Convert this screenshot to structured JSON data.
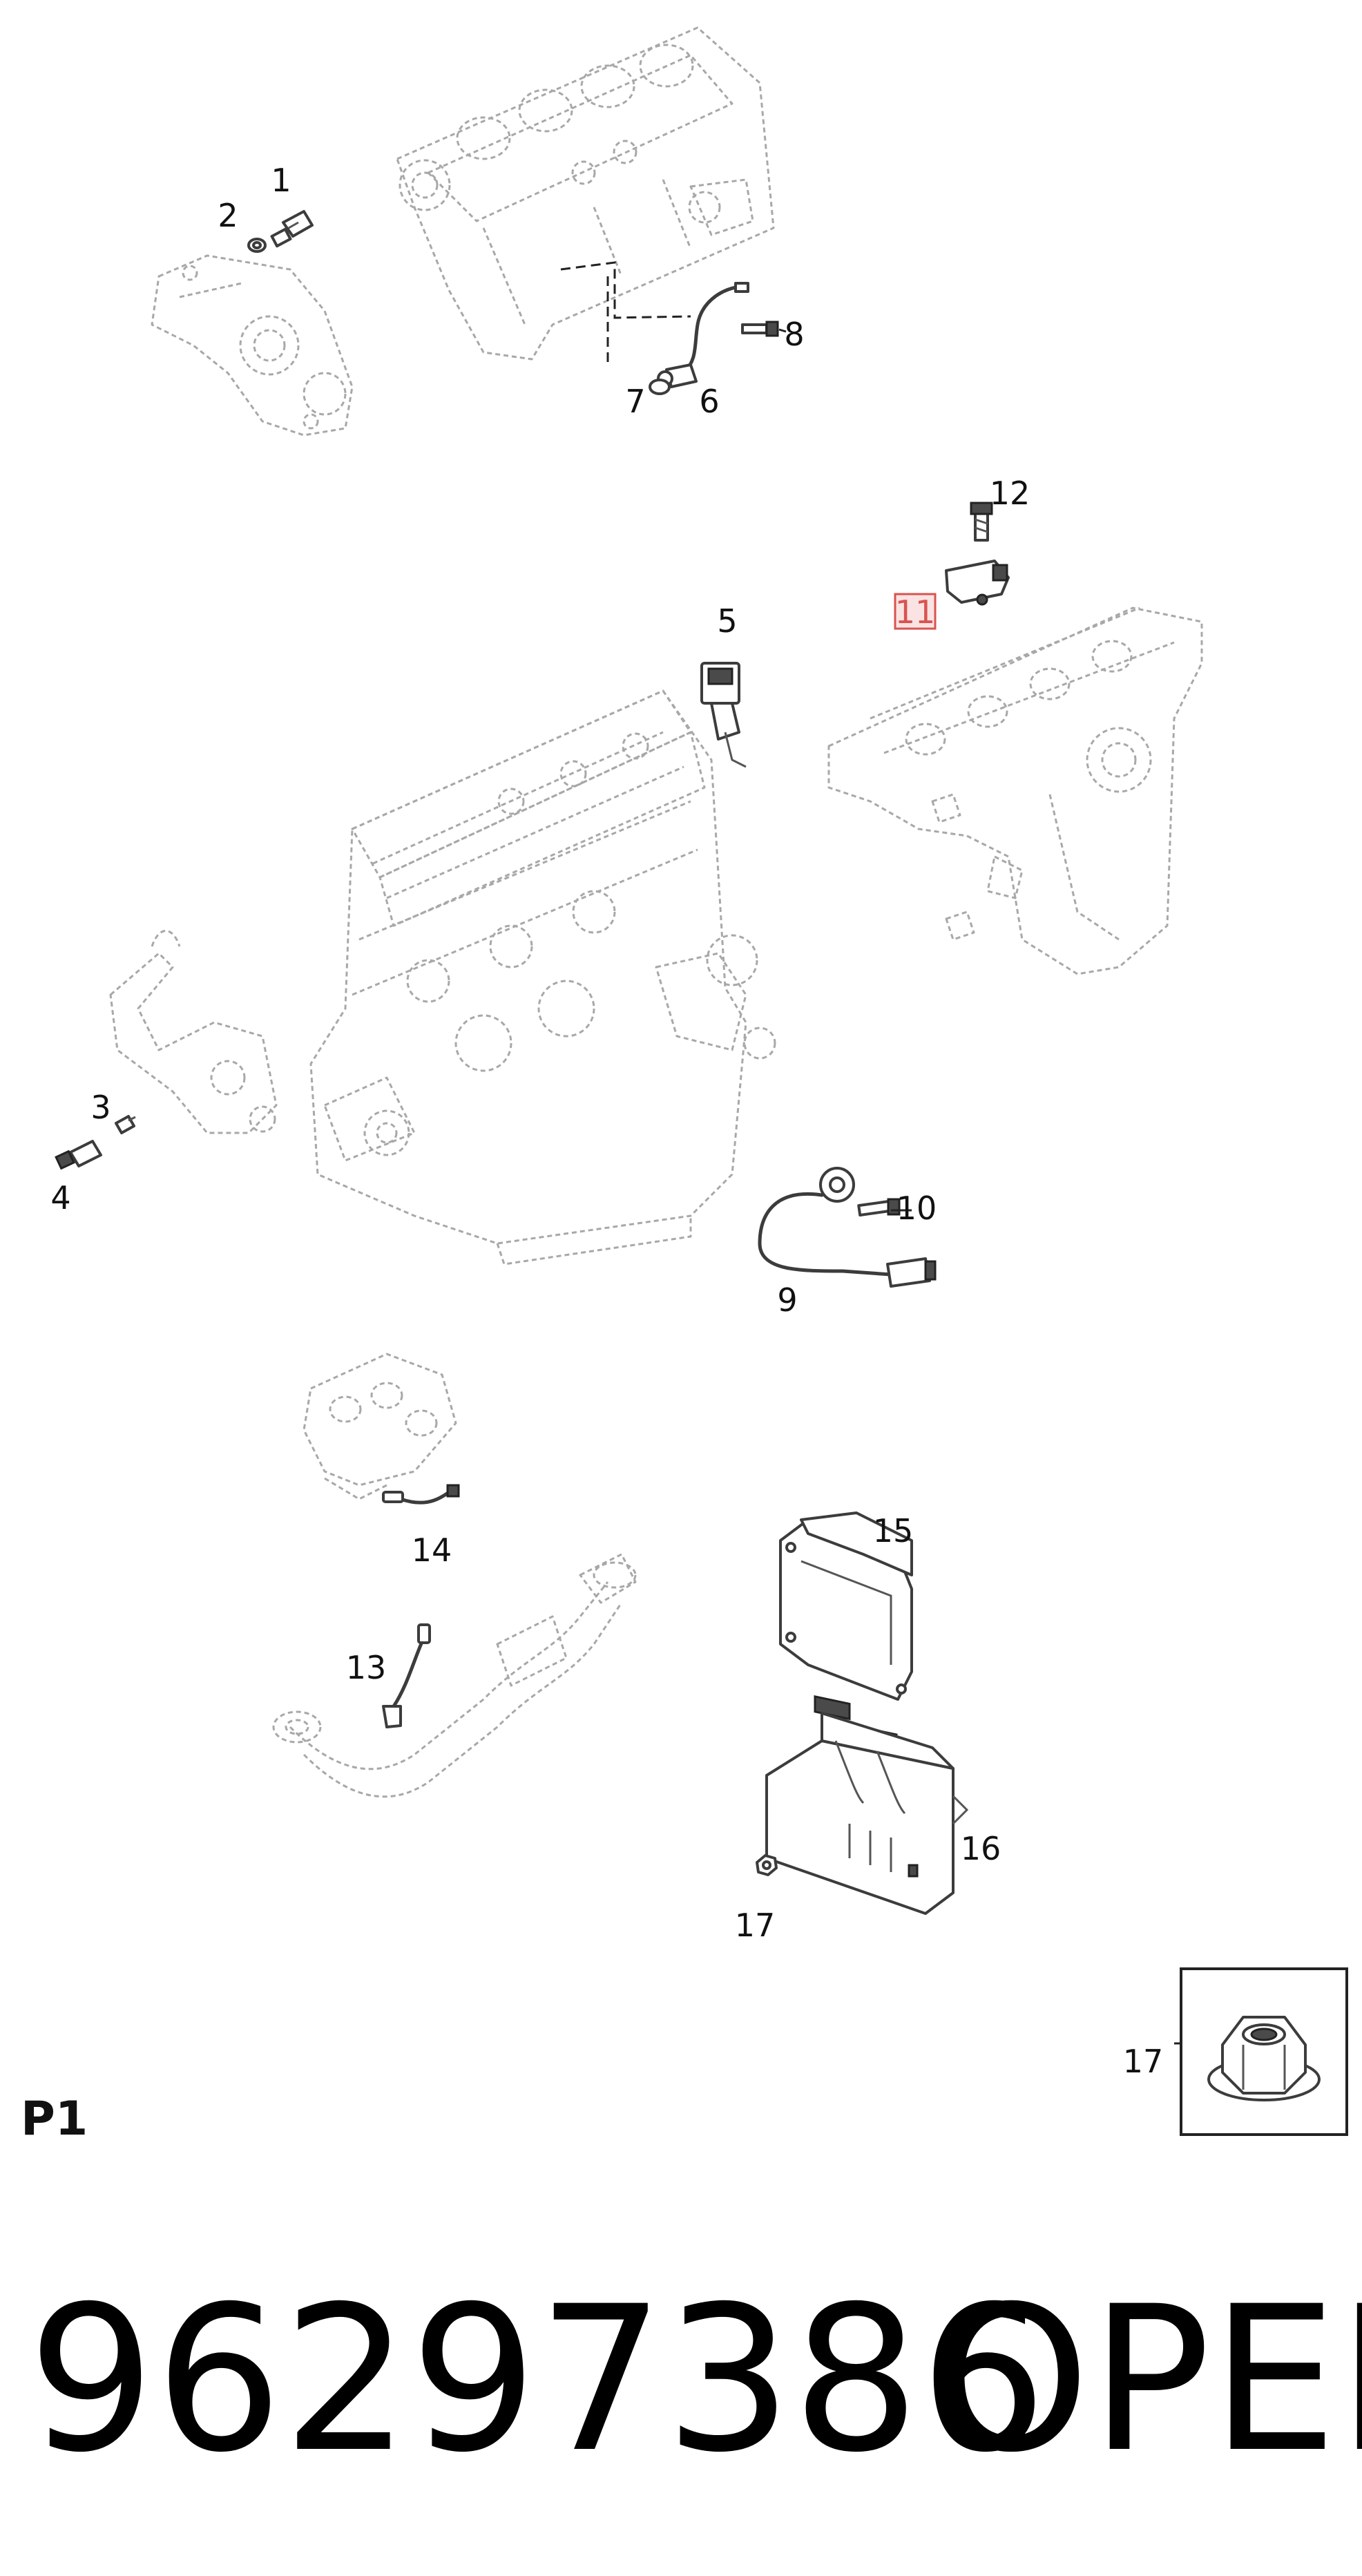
{
  "callouts": {
    "c1": "1",
    "c2": "2",
    "c3": "3",
    "c4": "4",
    "c5": "5",
    "c6": "6",
    "c7": "7",
    "c8": "8",
    "c9": "9",
    "c10": "10",
    "c11": "11",
    "c12": "12",
    "c13": "13",
    "c14": "14",
    "c15": "15",
    "c16": "16",
    "c17": "17",
    "c17_detail": "17"
  },
  "highlighted_callout": "11",
  "highlight_color": "#d9534f",
  "section_label": "P1",
  "footer": {
    "part_number": "96297386",
    "brand": "OPEL"
  }
}
